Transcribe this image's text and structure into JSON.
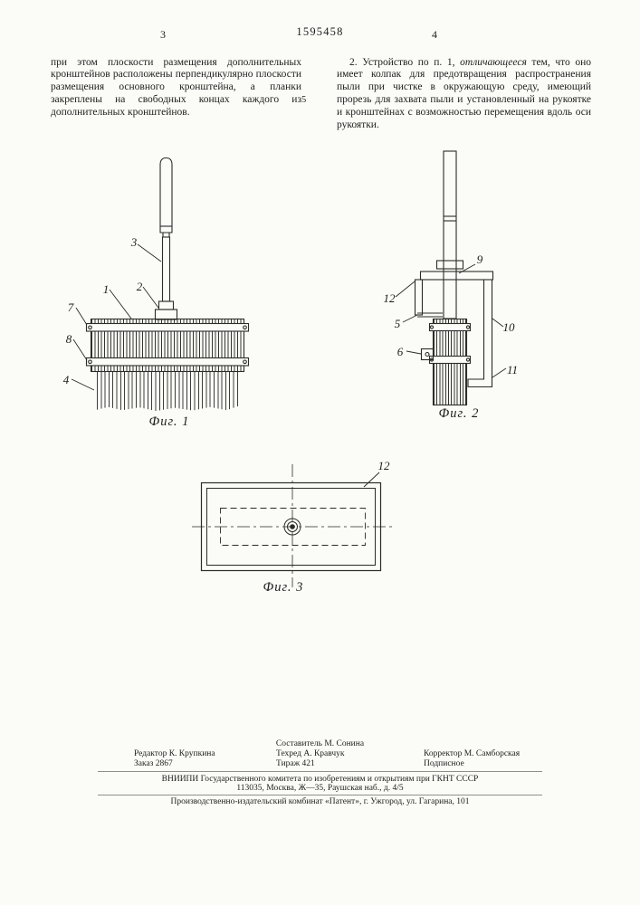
{
  "header": {
    "left_col_num": "3",
    "patent_number": "1595458",
    "right_col_num": "4"
  },
  "body": {
    "left_paragraph": "при этом плоскости размещения дополнительных кронштейнов расположены перпендикулярно плоскости размещения основного кронштейна, а планки закреплены на свободных концах каждого из дополнительных кронштейнов.",
    "line_marker": "5",
    "claim_prefix": "2. Устройство по п. 1, ",
    "claim_emphasis": "отличающееся",
    "claim_suffix": " тем, что оно имеет колпак для предотвращения распространения пыли при чистке в окружающую среду, имеющий прорезь для захвата пыли и установленный на рукоятке и кронштейнах с возможностью перемещения вдоль оси рукоятки."
  },
  "figures": {
    "fig1": {
      "caption": "Фиг. 1",
      "labels": {
        "l1": "1",
        "l2": "2",
        "l3": "3",
        "l4": "4",
        "l7": "7",
        "l8": "8"
      }
    },
    "fig2": {
      "caption": "Фиг. 2",
      "labels": {
        "l5": "5",
        "l6": "6",
        "l9": "9",
        "l10": "10",
        "l11": "11",
        "l12": "12"
      }
    },
    "fig3": {
      "caption": "Фиг. 3",
      "labels": {
        "l12": "12"
      }
    }
  },
  "footer": {
    "compiler": "Составитель М. Сонина",
    "editor": "Редактор К. Крупкина",
    "techred": "Техред А. Кравчук",
    "corrector": "Корректор М. Самборская",
    "order": "Заказ 2867",
    "tirazh": "Тираж 421",
    "subscription": "Подписное",
    "org": "ВНИИПИ Государственного комитета по изобретениям и открытиям при ГКНТ СССР",
    "address": "113035, Москва, Ж—35, Раушская наб., д. 4/5",
    "publisher": "Производственно-издательский комбинат «Патент», г. Ужгород, ул. Гагарина, 101"
  }
}
